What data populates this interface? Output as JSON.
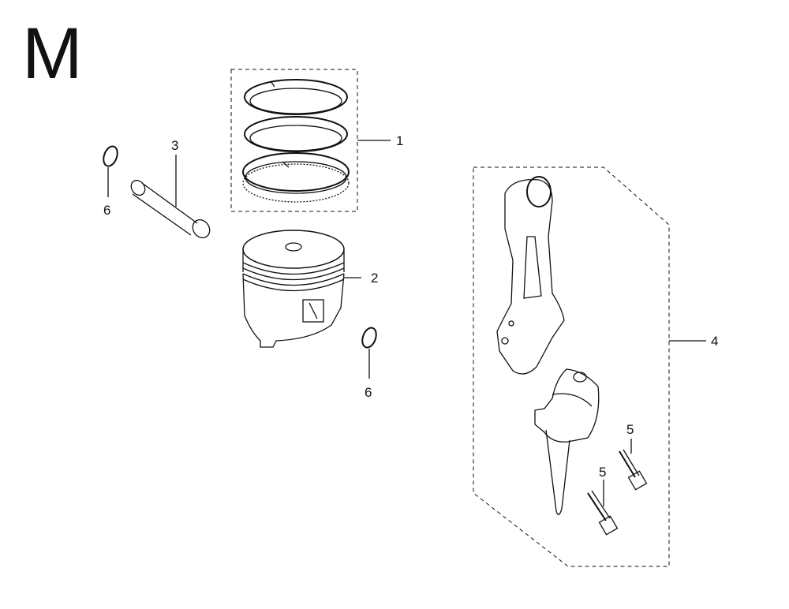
{
  "section_letter": "M",
  "callouts": {
    "c1": "1",
    "c2": "2",
    "c3": "3",
    "c4": "4",
    "c5a": "5",
    "c5b": "5",
    "c6a": "6",
    "c6b": "6"
  },
  "colors": {
    "ink": "#111111",
    "background": "#ffffff"
  }
}
